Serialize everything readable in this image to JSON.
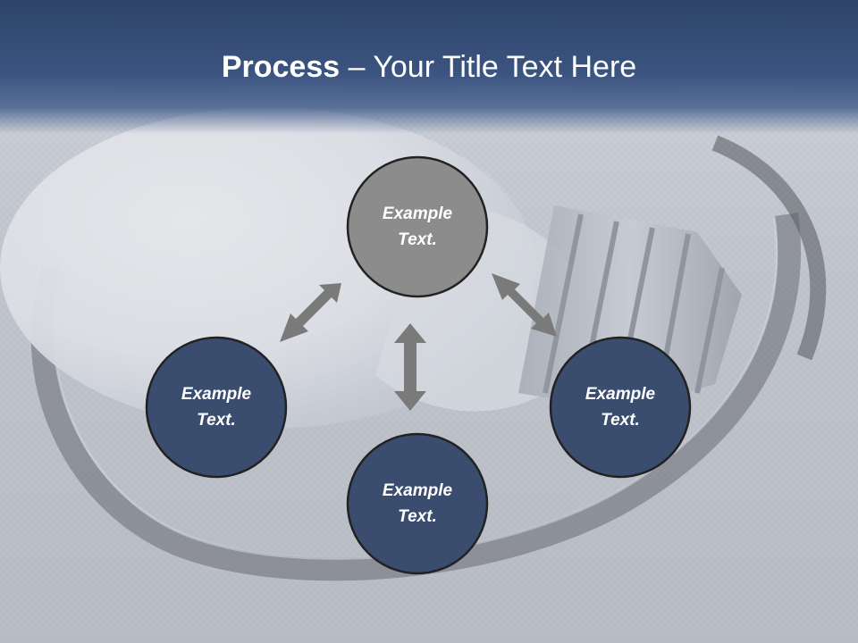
{
  "title": {
    "bold": "Process",
    "rest": " – Your Title Text Here"
  },
  "colors": {
    "header": "#3b5480",
    "node_primary": "#3a4d6f",
    "node_center": "#8c8c8c",
    "node_stroke": "#222222",
    "arrow": "#7a7a7a"
  },
  "nodes": [
    {
      "id": "top",
      "label_line1": "Example",
      "label_line2": "Text."
    },
    {
      "id": "left",
      "label_line1": "Example",
      "label_line2": "Text."
    },
    {
      "id": "right",
      "label_line1": "Example",
      "label_line2": "Text."
    },
    {
      "id": "bottom",
      "label_line1": "Example",
      "label_line2": "Text."
    }
  ],
  "arrows": [
    {
      "from": "top",
      "to": "left"
    },
    {
      "from": "top",
      "to": "right"
    },
    {
      "from": "top",
      "to": "bottom"
    }
  ]
}
